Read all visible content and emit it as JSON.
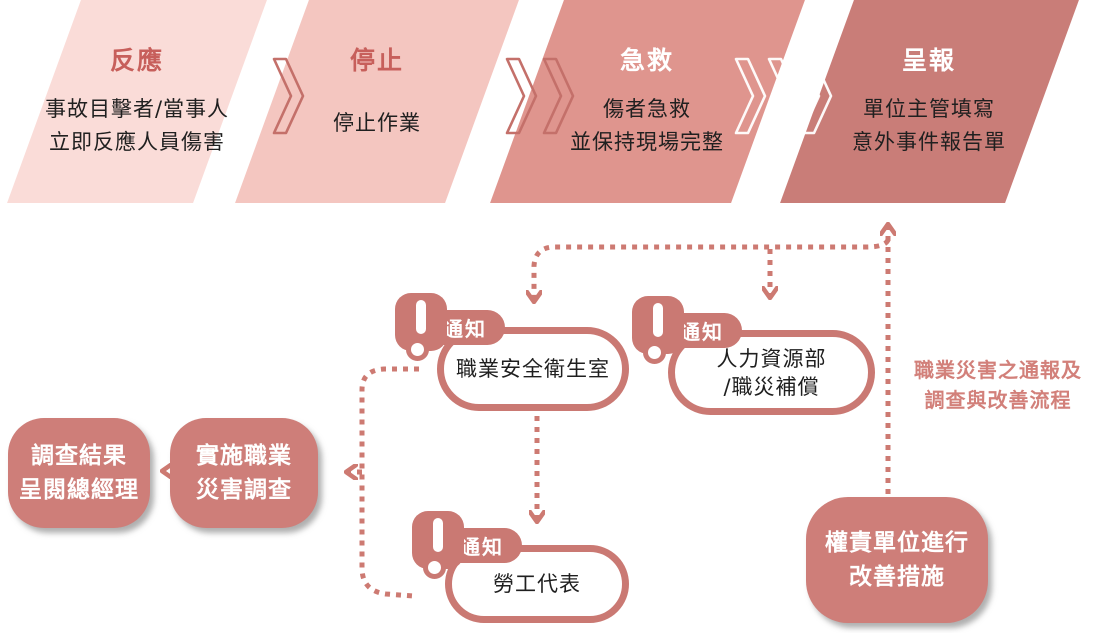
{
  "palette": {
    "rose_main": "#ca7973",
    "rose_title": "#c75f5b",
    "dotted_line": "#cd7a72",
    "filled_node": "#ce7e79",
    "side_label_text": "#d2807a",
    "step_fills": [
      "#fadcd8",
      "#f4c6c0",
      "#df958e",
      "#c97d78"
    ],
    "chevron_outline": "#c4706a",
    "chevron_outline_light": "#ffffff"
  },
  "steps": [
    {
      "title": "反應",
      "lines": [
        "事故目擊者/當事人",
        "立即反應人員傷害"
      ]
    },
    {
      "title": "停止",
      "lines": [
        "停止作業"
      ]
    },
    {
      "title": "急救",
      "lines": [
        "傷者急救",
        "並保持現場完整"
      ]
    },
    {
      "title": "呈報",
      "lines": [
        "單位主管填寫",
        "意外事件報告單"
      ]
    }
  ],
  "notify_badge_label": "通知",
  "nodes": {
    "safety_office": "職業安全衛生室",
    "hr_lines": [
      "人力資源部",
      "/職災補償"
    ],
    "labor_rep": "勞工代表",
    "report_gm_lines": [
      "調查結果",
      "呈閱總經理"
    ],
    "investigation_lines": [
      "實施職業",
      "災害調查"
    ],
    "improvement_lines": [
      "權責單位進行",
      "改善措施"
    ]
  },
  "side_label_lines": [
    "職業災害之通報及",
    "調查與改善流程"
  ]
}
